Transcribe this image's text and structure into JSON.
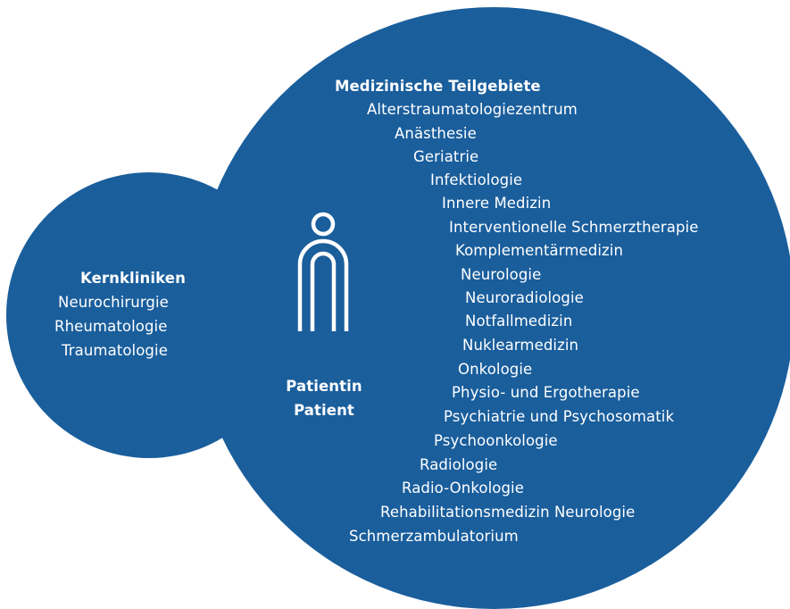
{
  "colors": {
    "circle_fill": "#1a5e9c",
    "text": "#ffffff"
  },
  "core": {
    "title": "Kernkliniken",
    "items": [
      "Neurochirurgie",
      "Rheumatologie",
      "Traumatologie"
    ]
  },
  "patient": {
    "icon": "person-icon",
    "line1": "Patientin",
    "line2": "Patient"
  },
  "specialties": {
    "title": "Medizinische Teilgebiete",
    "items": [
      "Alterstraumatologiezentrum",
      "Anästhesie",
      "Geriatrie",
      "Infektiologie",
      "Innere Medizin",
      "Interventionelle Schmerztherapie",
      "Komplementärmedizin",
      "Neurologie",
      "Neuroradiologie",
      "Notfallmedizin",
      "Nuklearmedizin",
      "Onkologie",
      "Physio- und Ergotherapie",
      "Psychiatrie und Psychosomatik",
      "Psychoonkologie",
      "Radiologie",
      "Radio-Onkologie",
      "Rehabilitationsmedizin Neurologie",
      "Schmerzambulatorium"
    ]
  }
}
